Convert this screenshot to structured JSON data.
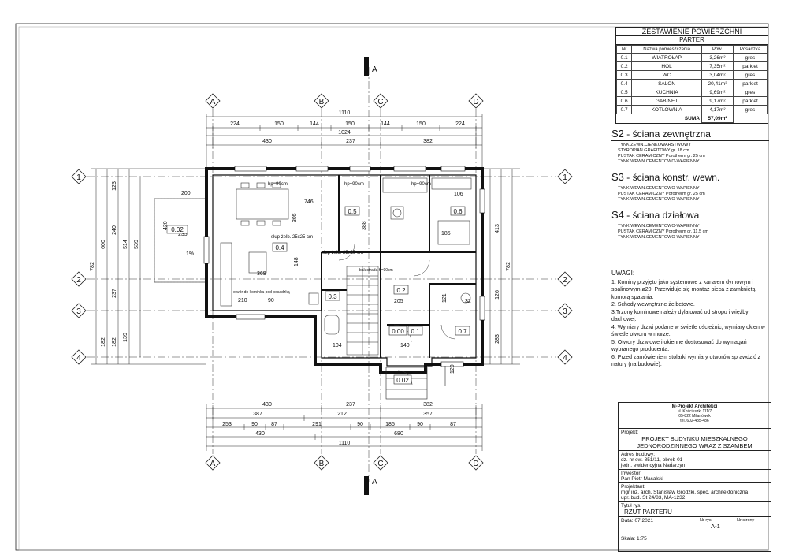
{
  "area_table": {
    "title": "ZESTAWIENIE POWIERZCHNI",
    "subtitle": "PARTER",
    "columns": [
      "Nr",
      "Nazwa pomieszczenia",
      "Pow.",
      "Posadzka"
    ],
    "rows": [
      [
        "0.1",
        "WIATROŁAP",
        "3,26m²",
        "gres"
      ],
      [
        "0.2",
        "HOL",
        "7,35m²",
        "parkiet"
      ],
      [
        "0.3",
        "WC",
        "3,04m²",
        "gres"
      ],
      [
        "0.4",
        "SALON",
        "20,41m²",
        "parkiet"
      ],
      [
        "0.5",
        "KUCHNIA",
        "9,69m²",
        "gres"
      ],
      [
        "0.6",
        "GABINET",
        "9,17m²",
        "parkiet"
      ],
      [
        "0.7",
        "KOTŁOWNIA",
        "4,17m²",
        "gres"
      ]
    ],
    "sum_label": "SUMA",
    "sum_value": "57,09m²"
  },
  "walls": [
    {
      "code": "S2",
      "name": " - ściana zewnętrzna",
      "layers": [
        "TYNK ZEWN.CIENKOWARSTWOWY",
        "STYROPIAN GRAFITOWY gr. 18 cm",
        "PUSTAK CERAMICZNY Porotherm gr. 25 cm",
        "TYNK WEWN.CEMENTOWO-WAPIENNY"
      ]
    },
    {
      "code": "S3",
      "name": " - ściana konstr. wewn.",
      "layers": [
        "TYNK WEWN.CEMENTOWO-WAPIENNY",
        "PUSTAK CERAMICZNY Porotherm gr. 25 cm",
        "TYNK WEWN.CEMENTOWO-WAPIENNY"
      ]
    },
    {
      "code": "S4",
      "name": " - ściana działowa",
      "layers": [
        "TYNK WEWN.CEMENTOWO-WAPIENNY",
        "PUSTAK CERAMICZNY Porotherm gr. 11,5 cm",
        "TYNK WEWN.CEMENTOWO-WAPIENNY"
      ]
    }
  ],
  "notes": {
    "heading": "UWAGI:",
    "items": [
      "1. Kominy  przyjęto jako systemowe z kanałem dymowym i spalinowym ø20. Przewiduje się montaż pieca z zamkniętą komorą spalania.",
      "2. Schody wewnętrzne żelbetowe.",
      "3.Trzony kominowe należy dylatować od stropu i więźby dachowej.",
      "4. Wymiary drzwi podane w świetle ościeżnic, wymiary okien w świetle otworu w murze.",
      "5. Otwory drzwiowe i okienne dostosować do wymagań wybranego producenta.",
      "6. Przed zamówieniem stolarki wymiary otworów sprawdzić z natury (na budowie)."
    ]
  },
  "stamp": {
    "office": "M-Projekt Architekci",
    "office_addr1": "ul. Kościuszki 111/7",
    "office_addr2": "05-822 Milanówek",
    "office_tel": "tel. 602-435-486",
    "project_label": "Projekt:",
    "project_value": "PROJEKT BUDYNKU MIESZKALNEGO JEDNORODZINNEGO WRAZ Z SZAMBEM",
    "address_label": "Adres budowy:",
    "address_line1": "dz. nr ew. 851/11, obręb 01",
    "address_line2": "jedn. ewidencyjna Nadarzyn",
    "investor_label": "Inwestor:",
    "investor_value": "Pan Piotr Masalski",
    "designer_label": "Projektant:",
    "designer_line1": "mgr inż. arch. Stanisław Grodzki, spec. architektoniczna",
    "designer_line2": "upr. bud. St 24/83, MA-1232",
    "drawing_title_label": "Tytuł rys.",
    "drawing_title": "RZUT PARTERU",
    "date_label": "Data:",
    "date_value": "07.2021",
    "drawing_no_label": "Nr rys.",
    "drawing_no": "A-1",
    "page_no_label": "Nr strony",
    "scale_label": "Skala:",
    "scale_value": "1:75"
  },
  "plan": {
    "grid_cols": [
      "A",
      "B",
      "C",
      "D"
    ],
    "grid_rows": [
      "1",
      "2",
      "3",
      "4"
    ],
    "section_mark": "A",
    "dims_top_overall": "1110",
    "dims_top_chain": [
      "224",
      "150",
      "144",
      "150",
      "144",
      "150",
      "224"
    ],
    "dims_top_mid": "1024",
    "dims_top_axes": [
      "430",
      "237",
      "382"
    ],
    "dims_bottom_axes": [
      "430",
      "237",
      "382"
    ],
    "dims_bottom_chain1": [
      "387",
      "212",
      "357"
    ],
    "dims_bottom_chain2": [
      "253",
      "90",
      "87",
      "291",
      "90",
      "185",
      "90",
      "87"
    ],
    "dims_bottom_430": "430",
    "dims_bottom_680": "680",
    "dims_bottom_overall": "1110",
    "dims_left_outer": "782",
    "dims_left_600": "600",
    "dims_left_514": "514",
    "dims_left_539": "539",
    "dims_left_182a": "182",
    "dims_left_182b": "182",
    "dims_left_139": "139",
    "dims_left_237": "237",
    "dims_right_outer": "782",
    "dims_right_413": "413",
    "dims_right_283": "283",
    "dims_right_126": "126",
    "room_tags": [
      "0.4",
      "0.5",
      "0.6",
      "0.3",
      "0.2",
      "0.1",
      "0.7",
      "0.02",
      "0.02",
      "0.00"
    ],
    "labels": {
      "hp1": "hp=90cm",
      "hp2": "hp=90cm",
      "hp3": "hp=90cm",
      "slup1": "słup żelb. 25x25 cm",
      "slup2": "słup żelb. 25x25 cm",
      "balustrada": "balustrada h=90cm",
      "wyczystka": "otwór do kominka pod posadzką",
      "dim_200": "200",
      "dim_746": "746",
      "dim_369": "369",
      "dim_305": "305",
      "dim_148": "148",
      "dim_388": "388",
      "dim_185": "185",
      "dim_106": "106",
      "dim_420": "420",
      "dim_240": "240",
      "dim_235": "235",
      "dim_210": "210",
      "dim_90": "90",
      "dim_1pct": "1%",
      "dim_240b": "240",
      "dim_104": "104",
      "dim_140": "140",
      "dim_205": "205",
      "dim_121": "121",
      "dim_120": "120",
      "dim_32": "32"
    }
  }
}
